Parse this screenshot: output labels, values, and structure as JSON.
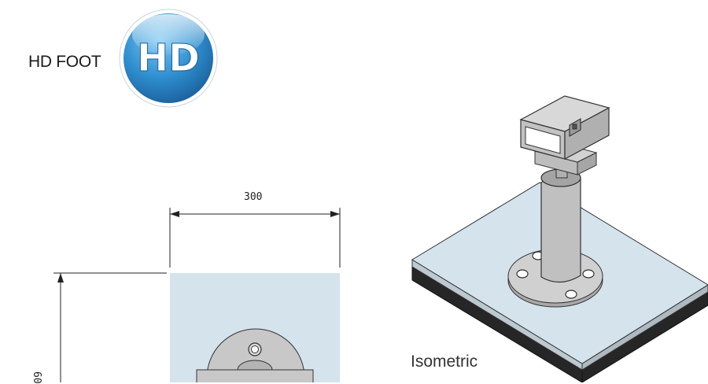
{
  "header": {
    "title": "HD FOOT",
    "badge_text": "HD"
  },
  "plan_view": {
    "width_label": "300",
    "side_label": "60"
  },
  "isometric": {
    "label": "Isometric"
  },
  "colors": {
    "plate": "#d4e3ec",
    "rubber": "#262626",
    "metal": "#c8c8c8",
    "badge_blue": "#2f8fd0"
  }
}
